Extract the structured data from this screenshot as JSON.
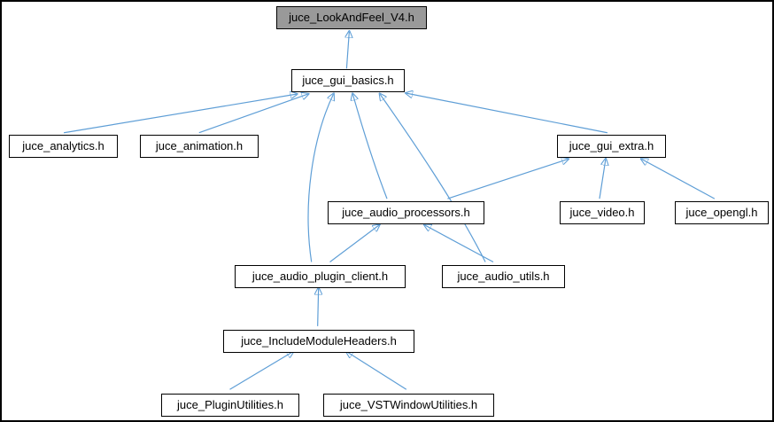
{
  "graph": {
    "kind": "doxygen-included-by-dependency-graph",
    "edge_color": "#5e9ed6",
    "root_fill": "#999999",
    "node_fill": "#ffffff",
    "nodes": [
      {
        "label": "juce_LookAndFeel_V4.h",
        "root": true
      },
      {
        "label": "juce_gui_basics.h"
      },
      {
        "label": "juce_analytics.h"
      },
      {
        "label": "juce_animation.h"
      },
      {
        "label": "juce_gui_extra.h"
      },
      {
        "label": "juce_audio_processors.h"
      },
      {
        "label": "juce_video.h"
      },
      {
        "label": "juce_opengl.h"
      },
      {
        "label": "juce_audio_plugin_client.h"
      },
      {
        "label": "juce_audio_utils.h"
      },
      {
        "label": "juce_IncludeModuleHeaders.h"
      },
      {
        "label": "juce_PluginUtilities.h"
      },
      {
        "label": "juce_VSTWindowUtilities.h"
      }
    ],
    "edges": [
      {
        "from": "juce_gui_basics.h",
        "to": "juce_LookAndFeel_V4.h"
      },
      {
        "from": "juce_analytics.h",
        "to": "juce_gui_basics.h"
      },
      {
        "from": "juce_animation.h",
        "to": "juce_gui_basics.h"
      },
      {
        "from": "juce_gui_extra.h",
        "to": "juce_gui_basics.h"
      },
      {
        "from": "juce_audio_processors.h",
        "to": "juce_gui_basics.h"
      },
      {
        "from": "juce_audio_plugin_client.h",
        "to": "juce_gui_basics.h"
      },
      {
        "from": "juce_audio_utils.h",
        "to": "juce_gui_basics.h"
      },
      {
        "from": "juce_audio_processors.h",
        "to": "juce_gui_extra.h"
      },
      {
        "from": "juce_video.h",
        "to": "juce_gui_extra.h"
      },
      {
        "from": "juce_opengl.h",
        "to": "juce_gui_extra.h"
      },
      {
        "from": "juce_audio_plugin_client.h",
        "to": "juce_audio_processors.h"
      },
      {
        "from": "juce_audio_utils.h",
        "to": "juce_audio_processors.h"
      },
      {
        "from": "juce_IncludeModuleHeaders.h",
        "to": "juce_audio_plugin_client.h"
      },
      {
        "from": "juce_PluginUtilities.h",
        "to": "juce_IncludeModuleHeaders.h"
      },
      {
        "from": "juce_VSTWindowUtilities.h",
        "to": "juce_IncludeModuleHeaders.h"
      }
    ]
  }
}
